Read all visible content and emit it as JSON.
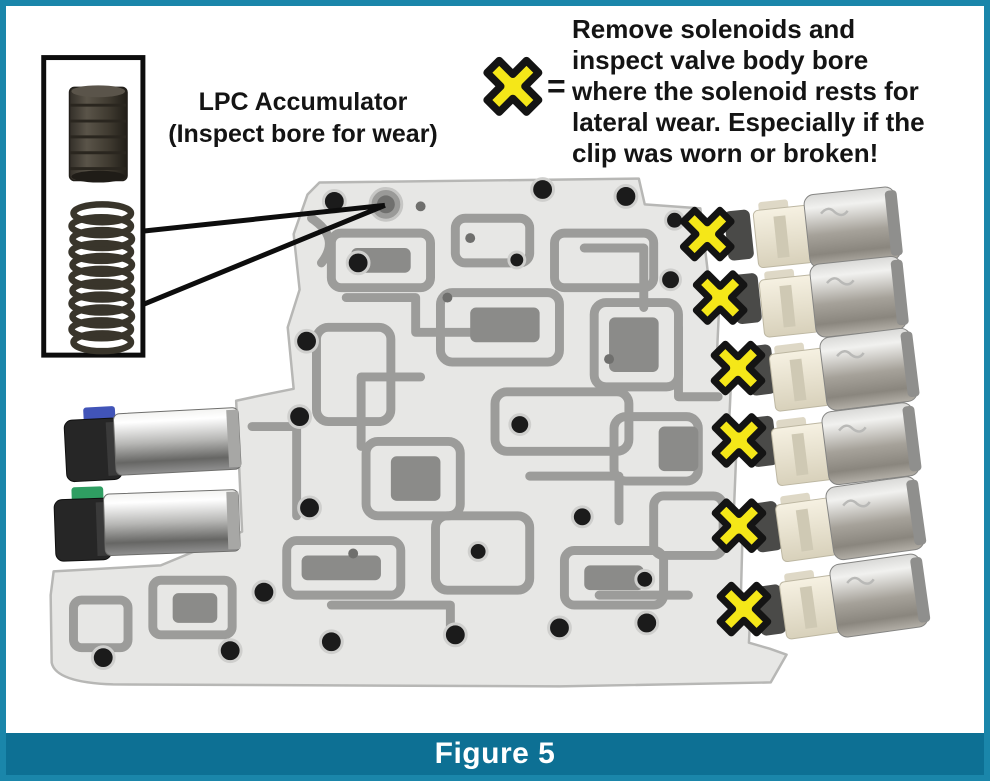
{
  "figure": {
    "caption": "Figure 5"
  },
  "inset_callout": {
    "lines": [
      "LPC Accumulator",
      "(Inspect bore for wear)"
    ]
  },
  "legend": {
    "equals": "=",
    "lines": [
      "Remove solenoids and",
      "inspect valve body bore",
      "where the solenoid rests for",
      "lateral wear. Especially if the",
      "clip was worn or broken!"
    ]
  },
  "annotations": {
    "wear_marker_count": 6
  },
  "colors": {
    "frame_border": "#1a86aa",
    "caption_bar": "#0d7094",
    "marker_fill": "#f5e718",
    "marker_outline": "#141414",
    "valve_body": "#e7e7e5",
    "channel_gray": "#9c9c9a"
  }
}
